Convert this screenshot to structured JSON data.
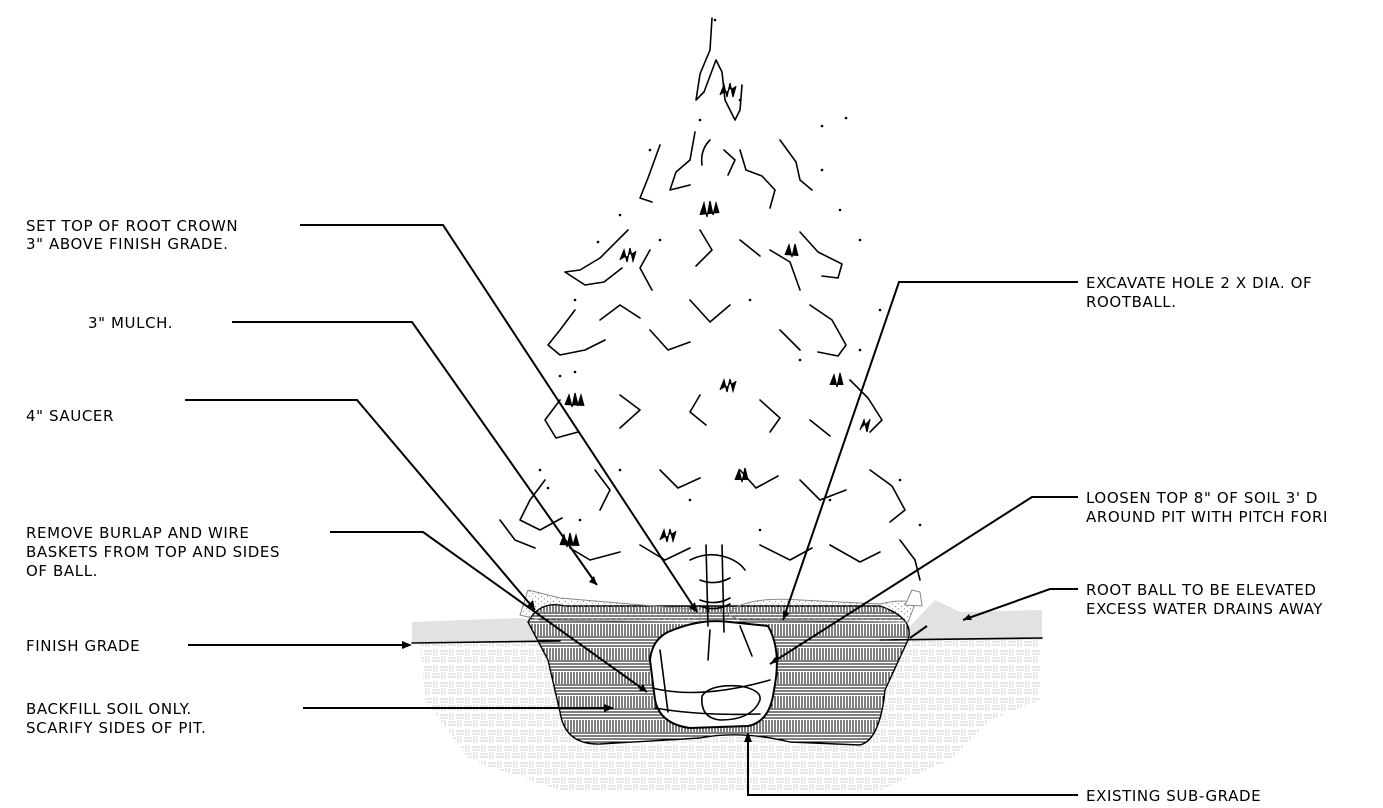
{
  "callouts_left": [
    {
      "id": "root-crown",
      "lines": [
        "SET TOP OF ROOT CROWN",
        "3\" ABOVE FINISH GRADE."
      ]
    },
    {
      "id": "mulch",
      "lines": [
        "3\" MULCH."
      ]
    },
    {
      "id": "saucer",
      "lines": [
        "4\" SAUCER"
      ]
    },
    {
      "id": "burlap",
      "lines": [
        "REMOVE BURLAP AND WIRE",
        "BASKETS FROM TOP AND SIDES",
        "OF BALL."
      ]
    },
    {
      "id": "finish-grade",
      "lines": [
        "FINISH GRADE"
      ]
    },
    {
      "id": "backfill",
      "lines": [
        "BACKFILL SOIL ONLY.",
        "SCARIFY SIDES OF PIT."
      ]
    }
  ],
  "callouts_right": [
    {
      "id": "excavate",
      "lines": [
        "EXCAVATE HOLE 2 X DIA. OF",
        "ROOTBALL."
      ]
    },
    {
      "id": "loosen",
      "lines": [
        "LOOSEN TOP 8\" OF SOIL 3' D",
        "AROUND PIT WITH PITCH FORI"
      ]
    },
    {
      "id": "elevated",
      "lines": [
        "ROOT BALL TO BE ELEVATED",
        "EXCESS WATER DRAINS AWAY"
      ]
    },
    {
      "id": "subgrade",
      "lines": [
        "EXISTING SUB-GRADE"
      ]
    }
  ],
  "colors": {
    "ink": "#000000",
    "grade_fill": "#e4e4e4",
    "subgrade_hatch": "#bdbdbd"
  }
}
